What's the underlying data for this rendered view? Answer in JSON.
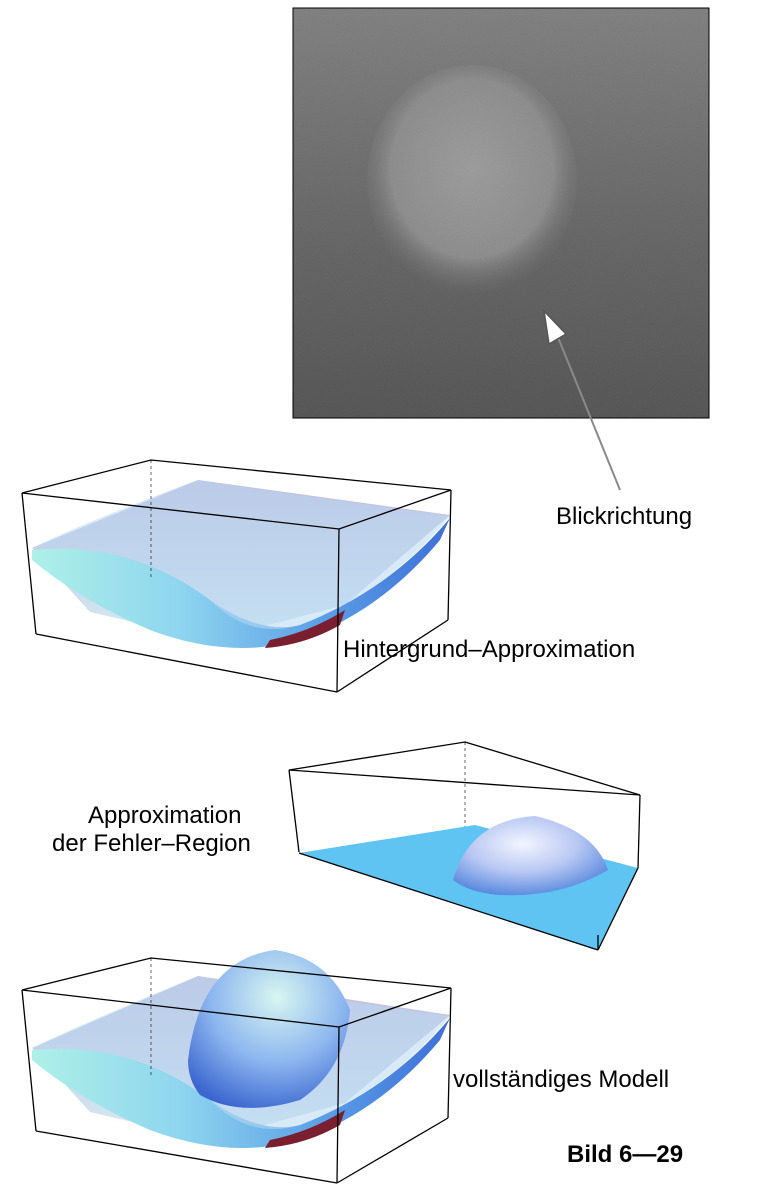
{
  "labels": {
    "view_direction": "Blickrichtung",
    "background_approx": "Hintergrund–Approximation",
    "fault_approx_line1": "Approximation",
    "fault_approx_line2": "der Fehler–Region",
    "full_model": "vollständiges Modell",
    "figure_number": "Bild 6—29"
  },
  "colors": {
    "surface_light": "#bff3ee",
    "surface_mid": "#7fc9f0",
    "surface_blue": "#3d78dd",
    "surface_back": "#b7b6d8",
    "underside": "#7a1f2f",
    "plane": "#5fc4f2",
    "arrow": "#8a8a8a"
  }
}
